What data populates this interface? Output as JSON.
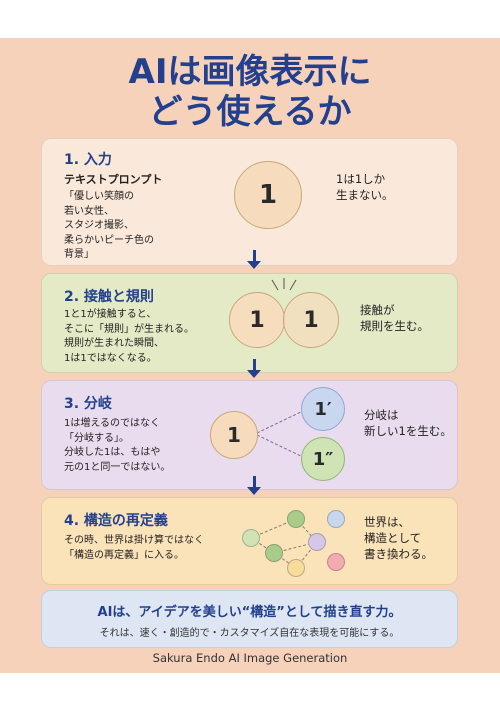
{
  "title": {
    "line1": "AIは画像表示に",
    "line2": "どう使えるか"
  },
  "sections": [
    {
      "heading": "1. 入力",
      "subheading": "テキストプロンプト",
      "body": "「優しい笑顔の\n若い女性、\nスタジオ撮影、\n柔らかいピーチ色の\n背景」",
      "circle": "1",
      "side": "1は1しか\n生まない。"
    },
    {
      "heading": "2. 接触と規則",
      "body": "1と1が接触すると、\nそこに「規則」が生まれる。\n規則が生まれた瞬間、\n1は1ではなくなる。",
      "circle_left": "1",
      "circle_right": "1",
      "side": "接触が\n規則を生む。"
    },
    {
      "heading": "3. 分岐",
      "body": "1は増えるのではなく\n「分岐する」。\n分岐した1は、もはや\n元の1と同一ではない。",
      "circle_source": "1",
      "circle_branch_a": "1′",
      "circle_branch_b": "1″",
      "side": "分岐は\n新しい1を生む。"
    },
    {
      "heading": "4. 構造の再定義",
      "body": "その時、世界は掛け算ではなく\n「構造の再定義」に入る。",
      "side": "世界は、\n構造として\n書き換わる。"
    }
  ],
  "summary": {
    "line1": "AIは、アイデアを美しい“構造”として描き直す力。",
    "line2": "それは、速く・創造的で・カスタマイズ自在な表現を可能にする。"
  },
  "footer": "Sakura Endo AI Image Generation",
  "colors": {
    "background": "#f7d2bb",
    "title": "#23408f",
    "card1": "#fae8da",
    "card2": "#e4e9c6",
    "card3": "#e9dcee",
    "card4": "#fbe3b9",
    "summary": "#dde6f2",
    "branch_a": "#c9d6f0",
    "branch_b": "#cfe3b4"
  }
}
